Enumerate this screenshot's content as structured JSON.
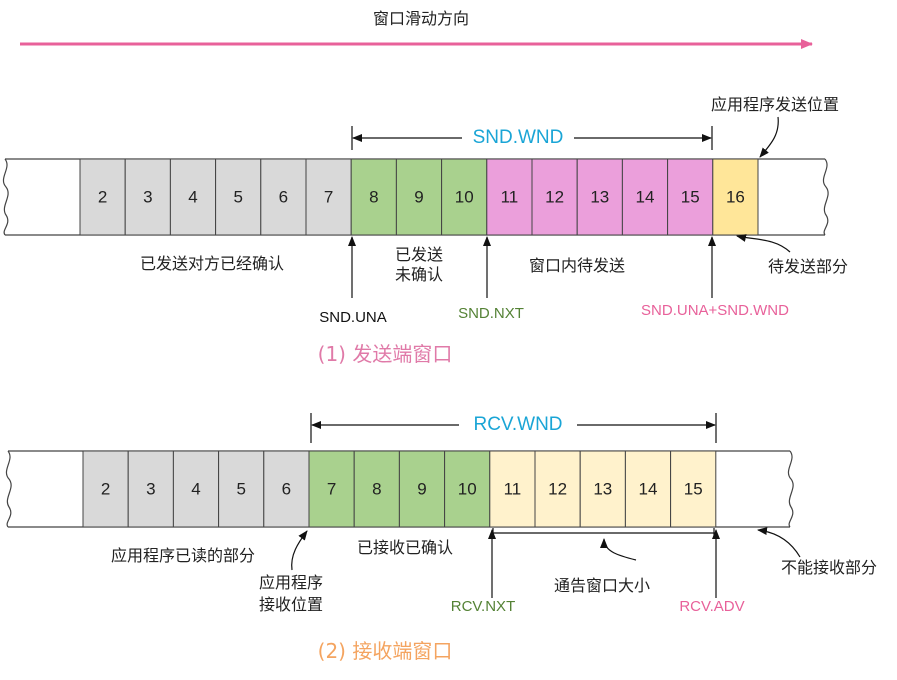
{
  "colors": {
    "done": "#d9d9d9",
    "green": "#a9d18e",
    "pink": "#eb9fdb",
    "yellow": "#ffe699",
    "lightyellow": "#fff2cc",
    "arrow": "#e8619a",
    "wnd": "#1aa5d6",
    "ptr_green": "#548235",
    "ptr_pink": "#e8619a",
    "caption_pink": "#e07aa8",
    "caption_orange": "#f4a460"
  },
  "top": {
    "direction_label": "窗口滑动方向"
  },
  "sender": {
    "cells": [
      {
        "label": "2",
        "color": "done"
      },
      {
        "label": "3",
        "color": "done"
      },
      {
        "label": "4",
        "color": "done"
      },
      {
        "label": "5",
        "color": "done"
      },
      {
        "label": "6",
        "color": "done"
      },
      {
        "label": "7",
        "color": "done"
      },
      {
        "label": "8",
        "color": "green"
      },
      {
        "label": "9",
        "color": "green"
      },
      {
        "label": "10",
        "color": "green"
      },
      {
        "label": "11",
        "color": "pink"
      },
      {
        "label": "12",
        "color": "pink"
      },
      {
        "label": "13",
        "color": "pink"
      },
      {
        "label": "14",
        "color": "pink"
      },
      {
        "label": "15",
        "color": "pink"
      },
      {
        "label": "16",
        "color": "yellow"
      }
    ],
    "wnd_label": "SND.WND",
    "app_pos_label": "应用程序发送位置",
    "acked_label": "已发送对方已经确认",
    "sent_unacked_line1": "已发送",
    "sent_unacked_line2": "未确认",
    "in_window_label": "窗口内待发送",
    "pending_label": "待发送部分",
    "ptr_una": "SND.UNA",
    "ptr_nxt": "SND.NXT",
    "ptr_una_wnd": "SND.UNA+SND.WND",
    "caption": "(1) 发送端窗口"
  },
  "receiver": {
    "cells": [
      {
        "label": "2",
        "color": "done"
      },
      {
        "label": "3",
        "color": "done"
      },
      {
        "label": "4",
        "color": "done"
      },
      {
        "label": "5",
        "color": "done"
      },
      {
        "label": "6",
        "color": "done"
      },
      {
        "label": "7",
        "color": "green"
      },
      {
        "label": "8",
        "color": "green"
      },
      {
        "label": "9",
        "color": "green"
      },
      {
        "label": "10",
        "color": "green"
      },
      {
        "label": "11",
        "color": "lightyellow"
      },
      {
        "label": "12",
        "color": "lightyellow"
      },
      {
        "label": "13",
        "color": "lightyellow"
      },
      {
        "label": "14",
        "color": "lightyellow"
      },
      {
        "label": "15",
        "color": "lightyellow"
      }
    ],
    "wnd_label": "RCV.WND",
    "read_label": "应用程序已读的部分",
    "app_pos_line1": "应用程序",
    "app_pos_line2": "接收位置",
    "recv_acked_label": "已接收已确认",
    "advertised_label": "通告窗口大小",
    "cannot_recv_label": "不能接收部分",
    "ptr_nxt": "RCV.NXT",
    "ptr_adv": "RCV.ADV",
    "caption": "(2) 接收端窗口"
  }
}
